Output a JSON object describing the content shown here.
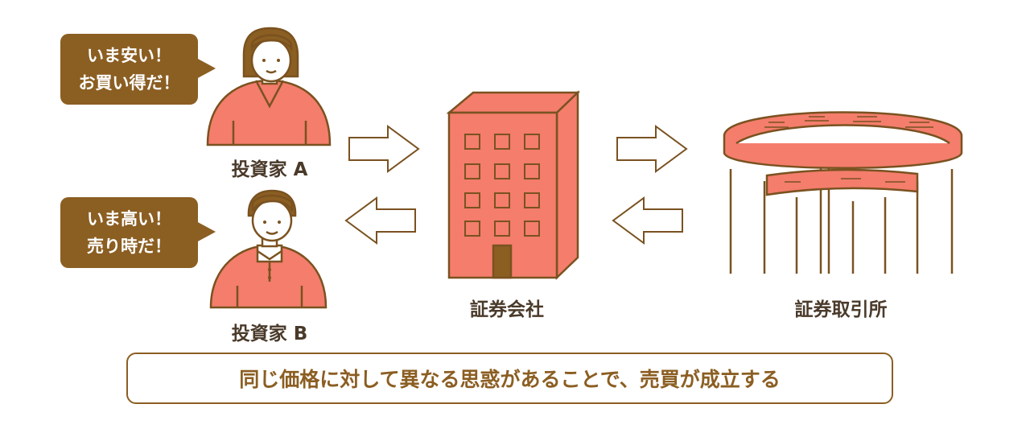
{
  "investor_a": {
    "bubble_line1": "いま安い！",
    "bubble_line2": "お買い得だ！",
    "label": "投資家 A"
  },
  "investor_b": {
    "bubble_line1": "いま高い！",
    "bubble_line2": "売り時だ！",
    "label": "投資家 B"
  },
  "securities_company": {
    "label": "証券会社"
  },
  "stock_exchange": {
    "label": "証券取引所"
  },
  "caption": "同じ価格に対して異なる思惑があることで、売買が成立する",
  "colors": {
    "brown": "#8b5e22",
    "salmon": "#f47d6c",
    "outline": "#7a5220"
  }
}
